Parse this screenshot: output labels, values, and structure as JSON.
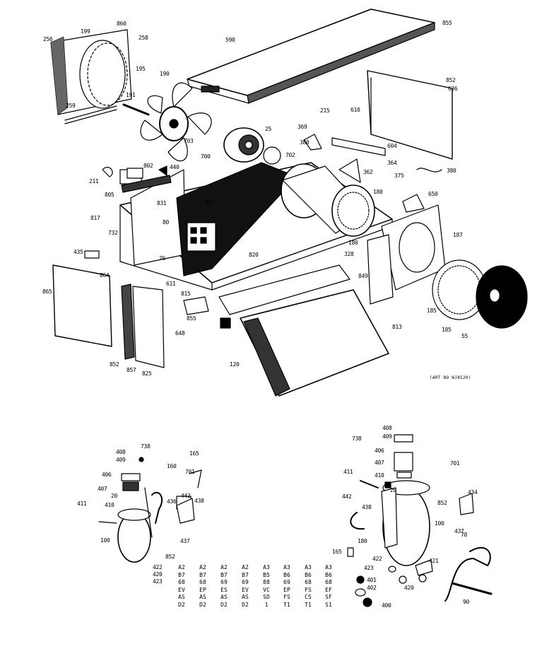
{
  "reference_note": "(ART NO WJ4520)",
  "callouts": {
    "c256": "256",
    "c199": "199",
    "c860": "860",
    "c258": "258",
    "c195": "195",
    "c259": "259",
    "c190": "190",
    "c191": "191",
    "c590": "590",
    "c855": "855",
    "c852a": "852",
    "c636": "636",
    "c610": "610",
    "c215": "215",
    "c25": "25",
    "c703": "703",
    "c702": "702",
    "c700": "700",
    "c369": "369",
    "c380": "380",
    "c604": "604",
    "c364": "364",
    "c362": "362",
    "c375": "375",
    "c380b": "380",
    "c650": "650",
    "c187": "187",
    "c211": "211",
    "c802": "802",
    "c440": "440",
    "c805": "805",
    "c831": "831",
    "c851": "851",
    "c80": "80",
    "c817": "817",
    "c732": "732",
    "c435": "435",
    "c76": "76",
    "c820": "820",
    "c180": "180",
    "c180b": "180",
    "c328": "328",
    "c849": "849",
    "c865": "865",
    "c864": "864",
    "c855b": "855",
    "c815": "815",
    "c648": "648",
    "c852b": "852",
    "c857": "857",
    "c825": "825",
    "c120": "120",
    "c611": "611",
    "c185": "185",
    "c185b": "185",
    "c55": "55",
    "c813": "813"
  },
  "left_compressor": {
    "c408": "408",
    "c409": "409",
    "c738": "738",
    "c165": "165",
    "c406": "406",
    "c160": "160",
    "c701": "701",
    "c407": "407",
    "c20": "20",
    "c442": "442",
    "c438": "438",
    "c410": "410",
    "c436": "436",
    "c411": "411",
    "c100": "100",
    "c852": "852",
    "c437": "437",
    "c422": "422",
    "c420": "420",
    "c423": "423"
  },
  "right_compressor": {
    "c408": "408",
    "c409": "409",
    "c738": "738",
    "c406": "406",
    "c407": "407",
    "c410": "410",
    "c411": "411",
    "c701": "701",
    "c20": "20",
    "c434": "434",
    "c442": "442",
    "c438": "438",
    "c852": "852",
    "c100": "100",
    "c437": "437",
    "c180": "180",
    "c165": "165",
    "c422": "422",
    "c421": "421",
    "c423": "423",
    "c401": "401",
    "c402": "402",
    "c420": "420",
    "c400": "400",
    "c78": "78",
    "c90": "90"
  },
  "model_numbers": [
    "A2B768EVASD2",
    "A2B768EPASD2",
    "A2B769ESASD2",
    "A2B769EVASD2",
    "A3B588VCSD1",
    "A3B669EPFST1",
    "A3B668FSCST1",
    "A3B668EFSFS1"
  ]
}
